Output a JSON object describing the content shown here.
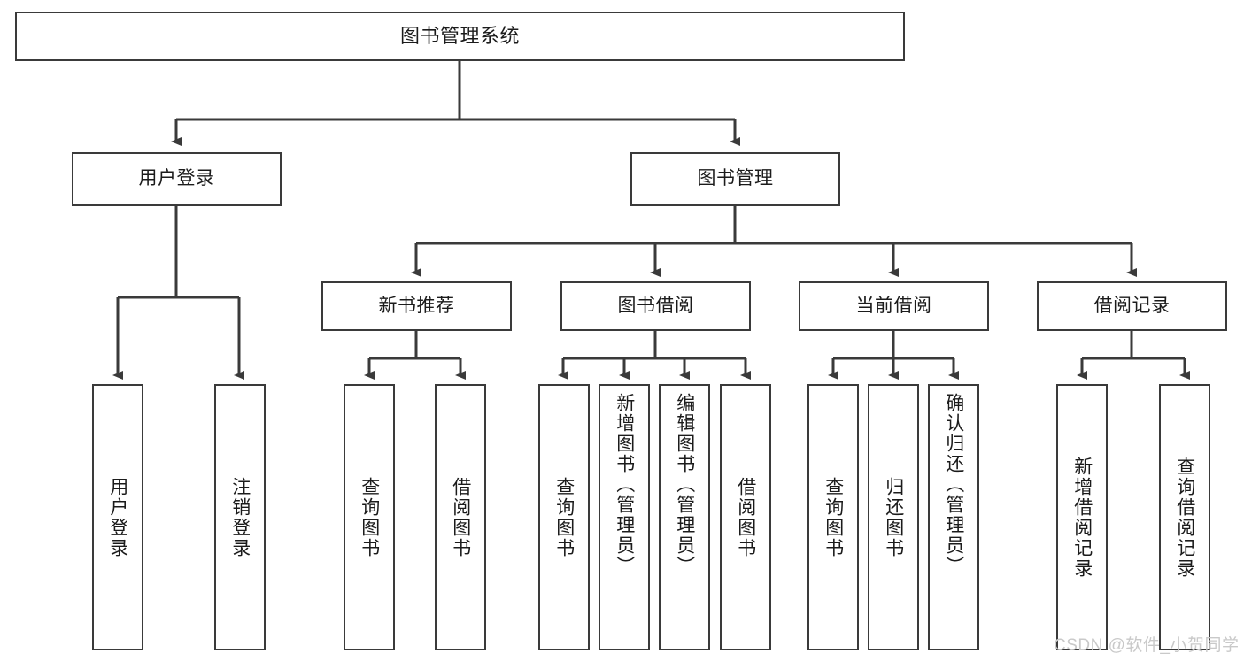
{
  "diagram": {
    "type": "tree",
    "title": "图书管理系统",
    "watermark": "CSDN @软件_小贺同学",
    "colors": {
      "background": "#ffffff",
      "box_border": "#3a3a3a",
      "box_fill": "#ffffff",
      "connector": "#3a3a3a",
      "text": "#1b1b1b",
      "watermark": "#c9c9c9"
    },
    "levels": [
      {
        "level": 1,
        "nodes": [
          {
            "id": "root",
            "label": "图书管理系统",
            "orientation": "horizontal"
          }
        ]
      },
      {
        "level": 2,
        "nodes": [
          {
            "id": "login",
            "label": "用户登录",
            "orientation": "horizontal",
            "parent": "root"
          },
          {
            "id": "bookmgmt",
            "label": "图书管理",
            "orientation": "horizontal",
            "parent": "root"
          }
        ]
      },
      {
        "level": 3,
        "nodes": [
          {
            "id": "newbook",
            "label": "新书推荐",
            "orientation": "horizontal",
            "parent": "bookmgmt"
          },
          {
            "id": "borrow",
            "label": "图书借阅",
            "orientation": "horizontal",
            "parent": "bookmgmt"
          },
          {
            "id": "current",
            "label": "当前借阅",
            "orientation": "horizontal",
            "parent": "bookmgmt"
          },
          {
            "id": "record",
            "label": "借阅记录",
            "orientation": "horizontal",
            "parent": "bookmgmt"
          }
        ]
      },
      {
        "level": 4,
        "nodes": [
          {
            "id": "leaf1",
            "label": "用户登录",
            "orientation": "vertical",
            "parent": "login"
          },
          {
            "id": "leaf2",
            "label": "注销登录",
            "orientation": "vertical",
            "parent": "login"
          },
          {
            "id": "leaf3",
            "label": "查询图书",
            "orientation": "vertical",
            "parent": "newbook"
          },
          {
            "id": "leaf4",
            "label": "借阅图书",
            "orientation": "vertical",
            "parent": "newbook"
          },
          {
            "id": "leaf5",
            "label": "查询图书",
            "orientation": "vertical",
            "parent": "borrow"
          },
          {
            "id": "leaf6",
            "label": "新增图书（管理员）",
            "orientation": "vertical",
            "parent": "borrow"
          },
          {
            "id": "leaf7",
            "label": "编辑图书（管理员）",
            "orientation": "vertical",
            "parent": "borrow"
          },
          {
            "id": "leaf8",
            "label": "借阅图书",
            "orientation": "vertical",
            "parent": "borrow"
          },
          {
            "id": "leaf9",
            "label": "查询图书",
            "orientation": "vertical",
            "parent": "current"
          },
          {
            "id": "leaf10",
            "label": "归还图书",
            "orientation": "vertical",
            "parent": "current"
          },
          {
            "id": "leaf11",
            "label": "确认归还（管理员）",
            "orientation": "vertical",
            "parent": "current"
          },
          {
            "id": "leaf12",
            "label": "新增借阅记录",
            "orientation": "vertical",
            "parent": "record"
          },
          {
            "id": "leaf13",
            "label": "查询借阅记录",
            "orientation": "vertical",
            "parent": "record"
          }
        ]
      }
    ]
  }
}
